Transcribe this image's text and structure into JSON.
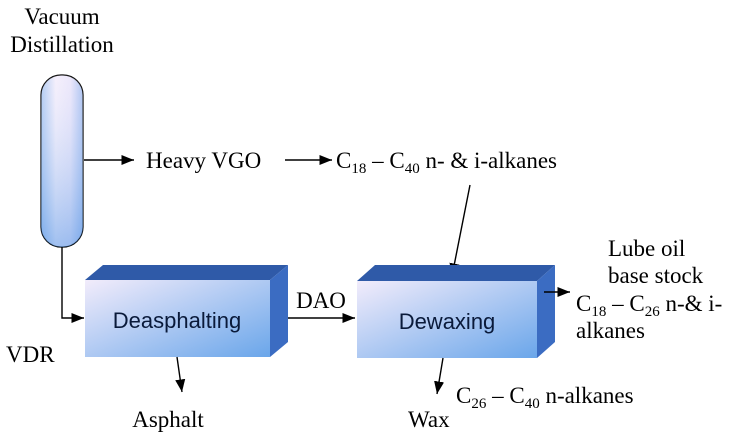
{
  "column": {
    "title_line1": "Vacuum",
    "title_line2": "Distillation"
  },
  "streams": {
    "heavy_vgo": "Heavy VGO",
    "vdr": "VDR",
    "dao": "DAO",
    "asphalt": "Asphalt",
    "wax": "Wax",
    "lube_line1": "Lube oil",
    "lube_line2": "base stock"
  },
  "units": {
    "deasphalting": "Deasphalting",
    "dewaxing": "Dewaxing"
  },
  "compositions": {
    "vgo": {
      "c": "C",
      "sub1": "18",
      "dash": " – C",
      "sub2": "40",
      "rest": " n- & i-alkanes"
    },
    "lube": {
      "c": "C",
      "sub1": "18",
      "dash": " – C",
      "sub2": "26",
      "rest": " n-& i-",
      "line2": "alkanes"
    },
    "wax": {
      "c": "C",
      "sub1": "26",
      "dash": " – C",
      "sub2": "40",
      "rest": " n-alkanes"
    }
  },
  "colors": {
    "box_top": "#2f5aa8",
    "box_side": "#3b6cc2",
    "box_front_light": "#eef2ff",
    "box_front_dark": "#7ab0ec"
  }
}
